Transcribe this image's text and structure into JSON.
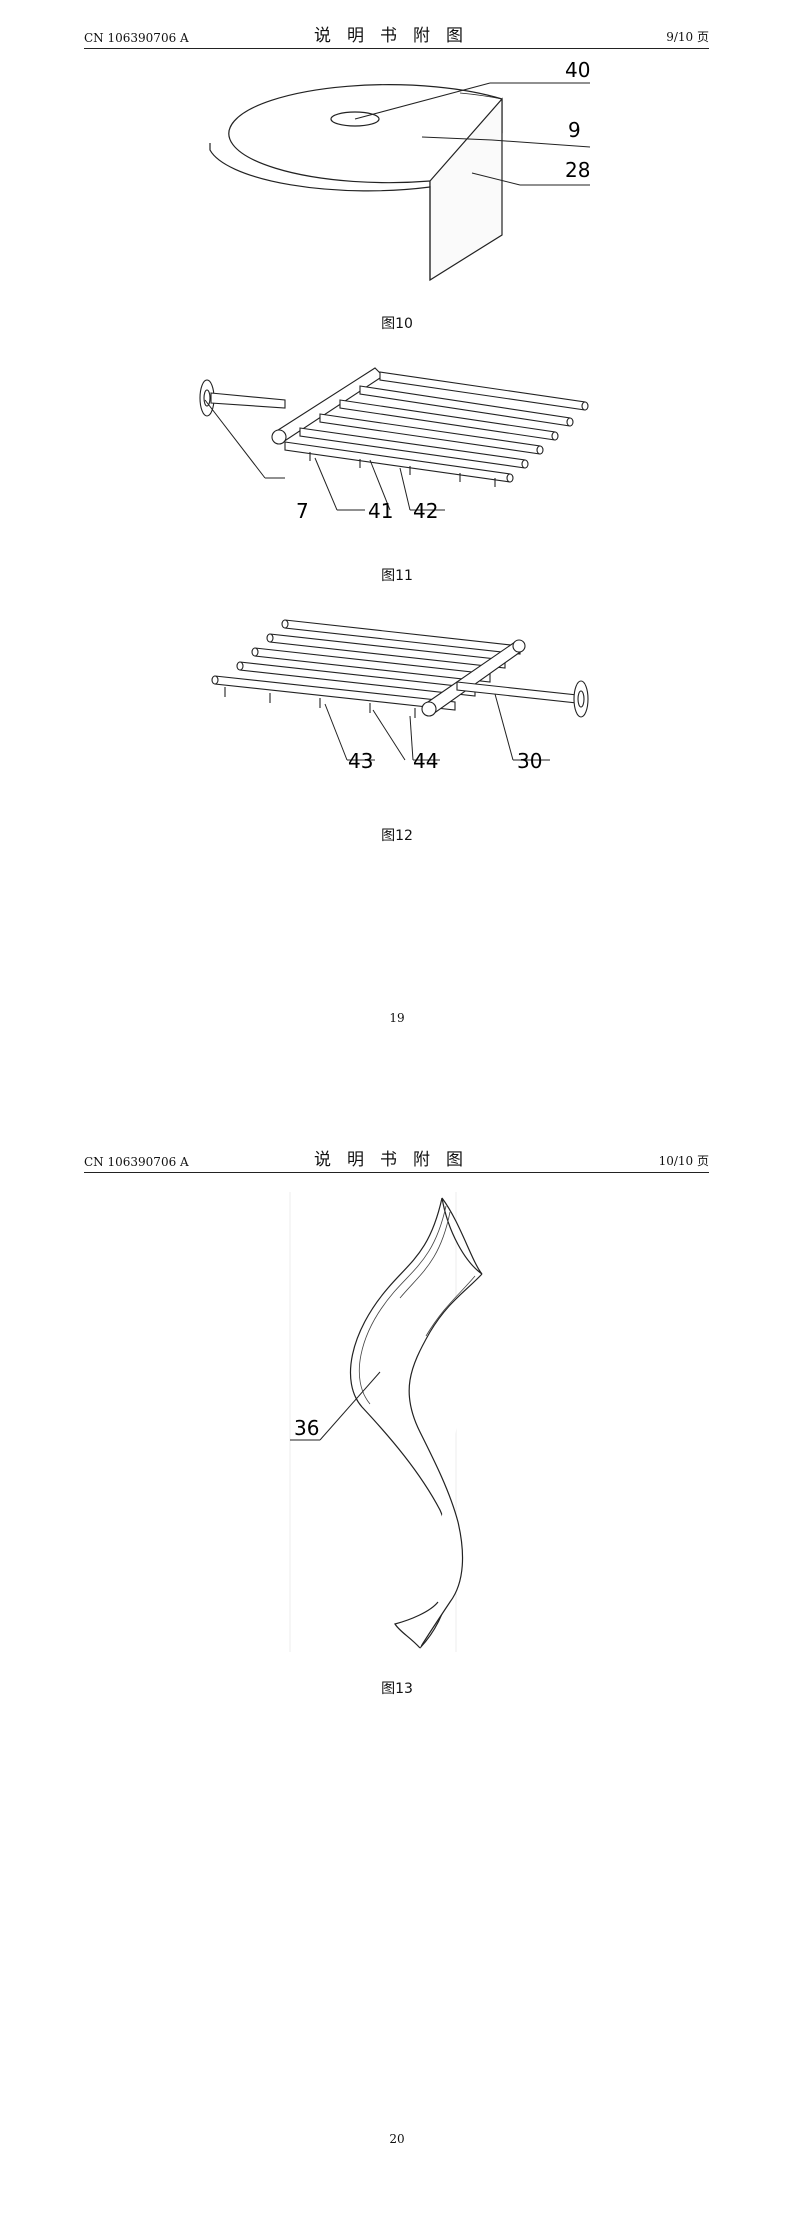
{
  "page1": {
    "header": {
      "left": "CN 106390706 A",
      "center": "说明书附图",
      "right": "9/10 页"
    },
    "fig10": {
      "caption": "图10",
      "labels": [
        "40",
        "9",
        "28"
      ]
    },
    "fig11": {
      "caption": "图11",
      "labels": [
        "7",
        "41",
        "42"
      ]
    },
    "fig12": {
      "caption": "图12",
      "labels": [
        "43",
        "44",
        "30"
      ]
    },
    "page_number": "19"
  },
  "page2": {
    "header": {
      "left": "CN 106390706 A",
      "center": "说明书附图",
      "right": "10/10 页"
    },
    "fig13": {
      "caption": "图13",
      "labels": [
        "36"
      ]
    },
    "page_number": "20"
  }
}
